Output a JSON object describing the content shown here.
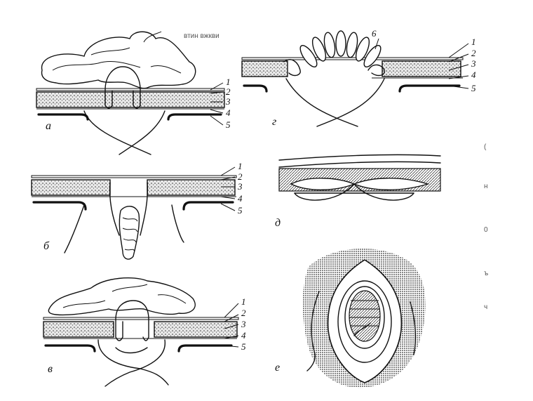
{
  "header_noise": "втин вжкви",
  "layer_numbers": [
    "1",
    "2",
    "3",
    "4",
    "5"
  ],
  "extra_number": "6",
  "panels": {
    "a": {
      "letter": "а"
    },
    "b": {
      "letter": "б"
    },
    "v": {
      "letter": "в"
    },
    "g": {
      "letter": "г"
    },
    "d": {
      "letter": "д"
    },
    "e": {
      "letter": "е"
    }
  },
  "side_marks": [
    "(",
    "н",
    "0",
    "ъ",
    "ч"
  ]
}
